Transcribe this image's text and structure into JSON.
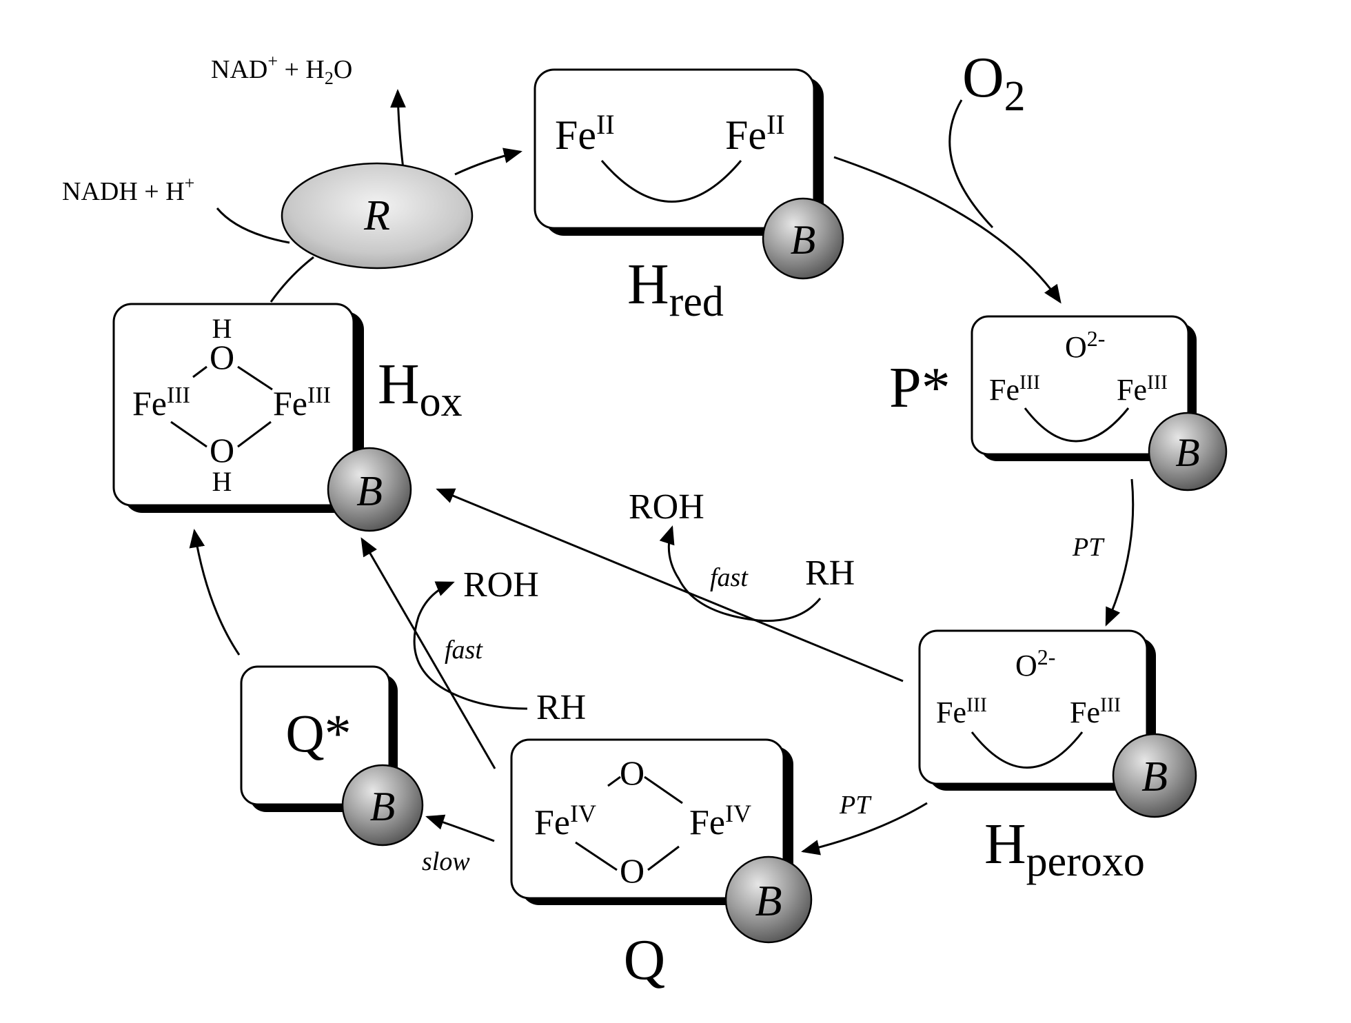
{
  "reductase": {
    "label": "R",
    "nad_products": {
      "nad": "NAD",
      "nad_charge": "+",
      "plus": " + H",
      "h2o_sub": "2",
      "o": "O"
    },
    "nadh_input": {
      "nadh": "NADH + H",
      "charge": "+"
    }
  },
  "b_label": "B",
  "states": {
    "hred": {
      "name": "H",
      "sub": "red",
      "left_fe": "Fe",
      "left_ox": "II",
      "right_fe": "Fe",
      "right_ox": "II"
    },
    "pstar": {
      "name": "P*",
      "oxygen": "O",
      "oxygen_charge": "2-",
      "left_fe": "Fe",
      "left_ox": "III",
      "right_fe": "Fe",
      "right_ox": "III"
    },
    "hperoxo": {
      "name": "H",
      "sub": "peroxo",
      "oxygen": "O",
      "oxygen_charge": "2-",
      "left_fe": "Fe",
      "left_ox": "III",
      "right_fe": "Fe",
      "right_ox": "III"
    },
    "q": {
      "name": "Q",
      "top_o": "O",
      "bottom_o": "O",
      "left_fe": "Fe",
      "left_ox": "IV",
      "right_fe": "Fe",
      "right_ox": "IV"
    },
    "qstar": {
      "name": "Q*"
    },
    "hox": {
      "name": "H",
      "sub": "ox",
      "top_h": "H",
      "top_o": "O",
      "bottom_o": "O",
      "bottom_h": "H",
      "left_fe": "Fe",
      "left_ox": "III",
      "right_fe": "Fe",
      "right_ox": "III"
    }
  },
  "reagents": {
    "o2": {
      "o": "O",
      "sub": "2"
    },
    "pt_label": "PT",
    "slow_label": "slow",
    "fast_label": "fast",
    "rh_label": "RH",
    "roh_label": "ROH"
  }
}
